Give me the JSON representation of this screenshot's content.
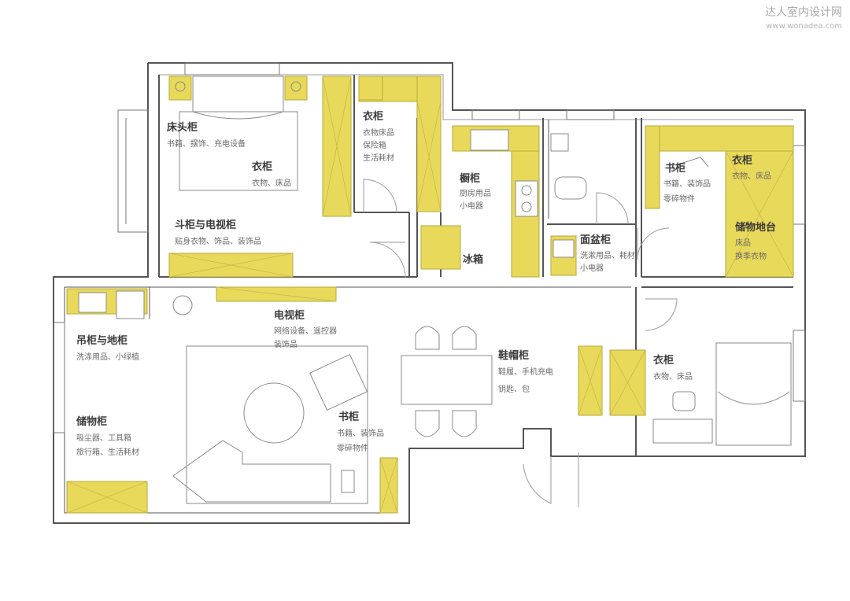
{
  "watermark": {
    "brand": "达人室内设计网",
    "url": "www.wonadea.com"
  },
  "colors": {
    "cabinet": "#e8d95a",
    "wall": "#555555",
    "furniture": "#8a8a8a",
    "background": "#ffffff"
  },
  "rooms": {
    "bedroom_master": {
      "bed_head": {
        "title": "床头柜",
        "note": "书籍、摆饰、充电设备"
      },
      "wardrobe": {
        "title": "衣柜",
        "note": "衣物、床品"
      },
      "chest_tv": {
        "title": "斗柜与电视柜",
        "note": "贴身衣物、饰品、装饰品"
      }
    },
    "closet_mid": {
      "title": "衣柜",
      "lines": [
        "衣物床品",
        "保险箱",
        "生活耗材"
      ]
    },
    "kitchen": {
      "title": "橱柜",
      "lines": [
        "厨房用品",
        "小电器"
      ],
      "fridge": "冰箱"
    },
    "bathroom": {
      "title": "面盆柜",
      "lines": [
        "洗漱用品、耗材",
        "小电器"
      ]
    },
    "study": {
      "desk": {
        "title": "书柜",
        "lines": [
          "书籍、装饰品",
          "零碎物件"
        ]
      },
      "wardrobe": {
        "title": "衣柜",
        "note": "衣物、床品"
      },
      "tatami": {
        "title": "储物地台",
        "lines": [
          "床品",
          "换季衣物"
        ]
      }
    },
    "living": {
      "tv": {
        "title": "电视柜",
        "lines": [
          "网络设备、遥控器",
          "装饰品"
        ]
      },
      "bookcase": {
        "title": "书柜",
        "lines": [
          "书籍、装饰品",
          "零碎物件"
        ]
      },
      "shoe": {
        "title": "鞋帽柜",
        "lines": [
          "鞋履、手机充电",
          "钥匙、包"
        ]
      }
    },
    "balcony": {
      "wall_cab": {
        "title": "吊柜与地柜",
        "note": "洗涤用品、小绿植"
      },
      "storage": {
        "title": "储物柜",
        "lines": [
          "吸尘器、工具箱",
          "旅行箱、生活耗材"
        ]
      }
    },
    "bedroom_second": {
      "title": "衣柜",
      "note": "衣物、床品"
    }
  }
}
